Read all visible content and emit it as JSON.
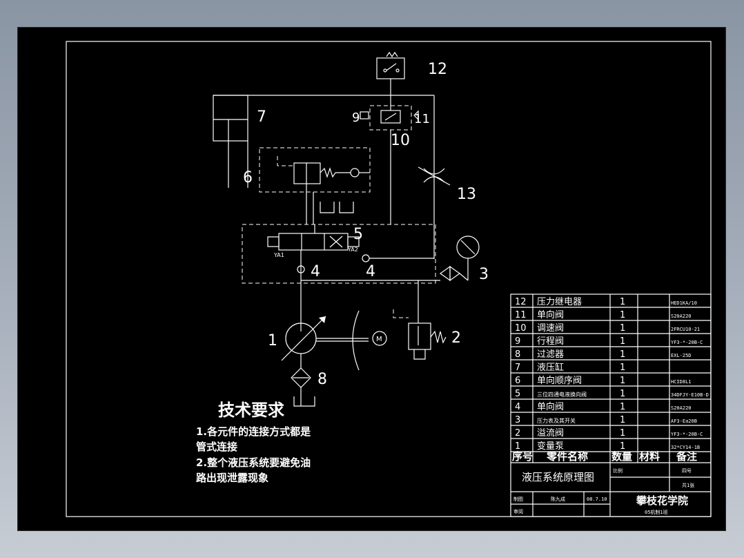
{
  "components": {
    "c1": "1",
    "c2": "2",
    "c3": "3",
    "c4a": "4",
    "c4b": "4",
    "c5": "5",
    "c6": "6",
    "c7": "7",
    "c8": "8",
    "c9": "9",
    "c10": "10",
    "c11": "11",
    "c12": "12",
    "c13": "13",
    "ya1": "YA1",
    "ya2": "YA2",
    "motor": "M"
  },
  "requirements": {
    "title": "技术要求",
    "line1": "1.各元件的连接方式都是",
    "line2": "管式连接",
    "line3": "2.整个液压系统要避免油",
    "line4": "路出现泄露现象"
  },
  "parts": [
    {
      "no": "12",
      "name": "压力继电器",
      "qty": "1",
      "note": "HED1KA/10"
    },
    {
      "no": "11",
      "name": "单向阀",
      "qty": "1",
      "note": "S20A220"
    },
    {
      "no": "10",
      "name": "调速阀",
      "qty": "1",
      "note": "2FRCU10-21"
    },
    {
      "no": "9",
      "name": "行程阀",
      "qty": "1",
      "note": "YF3-*-20B-C"
    },
    {
      "no": "8",
      "name": "过滤器",
      "qty": "1",
      "note": "EXL-25D"
    },
    {
      "no": "7",
      "name": "液压缸",
      "qty": "1",
      "note": ""
    },
    {
      "no": "6",
      "name": "单向顺序阀",
      "qty": "1",
      "note": "HCID8L1"
    },
    {
      "no": "5",
      "name": "三位四通电液换向阀",
      "qty": "1",
      "note": "34DFJY-E10B-D"
    },
    {
      "no": "4",
      "name": "单向阀",
      "qty": "1",
      "note": "S20A220"
    },
    {
      "no": "3",
      "name": "压力表及其开关",
      "qty": "1",
      "note": "AF3-Ea20B"
    },
    {
      "no": "2",
      "name": "溢流阀",
      "qty": "1",
      "note": "YF3-*-20B-C"
    },
    {
      "no": "1",
      "name": "变量泵",
      "qty": "1",
      "note": "32*CY14-1B"
    }
  ],
  "table_header": {
    "no": "序号",
    "name": "零件名称",
    "qty": "数量",
    "material": "材料",
    "note": "备注"
  },
  "title_block": {
    "drawing_title": "液压系统原理图",
    "scale_label": "比例",
    "sheet_no": "四号",
    "ratio": "共1张",
    "drawn_label": "制图",
    "drawn_by": "陈九成",
    "date": "08.7.10",
    "checked_label": "审阅",
    "school": "攀枝花学院",
    "class_name": "05机制1班"
  }
}
